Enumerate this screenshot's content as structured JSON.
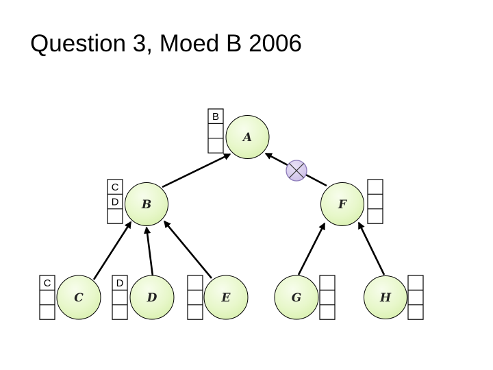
{
  "slide": {
    "title": "Question 3, Moed B 2006"
  },
  "colors": {
    "background": "#ffffff",
    "node_fill_top": "#f7fdec",
    "node_fill_mid": "#e7f7c9",
    "node_fill_bottom": "#d3eda4",
    "node_border": "#000000",
    "edge_color": "#000000",
    "marker_fill_top": "#e9e2f6",
    "marker_fill_bottom": "#c9bae6",
    "marker_border": "#8d7cba",
    "cell_fill": "#ffffff",
    "cell_border": "#000000"
  },
  "diagram": {
    "type": "tree",
    "nodes": [
      {
        "id": "A",
        "label": "A"
      },
      {
        "id": "B",
        "label": "B"
      },
      {
        "id": "C",
        "label": "C"
      },
      {
        "id": "D",
        "label": "D"
      },
      {
        "id": "E",
        "label": "E"
      },
      {
        "id": "F",
        "label": "F"
      },
      {
        "id": "G",
        "label": "G"
      },
      {
        "id": "H",
        "label": "H"
      }
    ],
    "edges": [
      {
        "from": "B",
        "to": "A",
        "marker": ""
      },
      {
        "from": "F",
        "to": "A",
        "marker": "crossed-circle"
      },
      {
        "from": "C",
        "to": "B",
        "marker": ""
      },
      {
        "from": "D",
        "to": "B",
        "marker": ""
      },
      {
        "from": "E",
        "to": "B",
        "marker": ""
      },
      {
        "from": "G",
        "to": "F",
        "marker": ""
      },
      {
        "from": "H",
        "to": "F",
        "marker": ""
      }
    ],
    "stacks": [
      {
        "node": "A",
        "cells": [
          "B",
          "",
          ""
        ]
      },
      {
        "node": "B",
        "cells": [
          "C",
          "D",
          ""
        ]
      },
      {
        "node": "F",
        "cells": [
          "",
          "",
          ""
        ]
      },
      {
        "node": "C",
        "cells": [
          "C",
          "",
          ""
        ]
      },
      {
        "node": "D",
        "cells": [
          "D",
          "",
          ""
        ]
      },
      {
        "node": "E",
        "cells": [
          "",
          "",
          ""
        ]
      },
      {
        "node": "G",
        "cells": [
          "",
          "",
          ""
        ]
      },
      {
        "node": "H",
        "cells": [
          "",
          "",
          ""
        ]
      }
    ]
  }
}
